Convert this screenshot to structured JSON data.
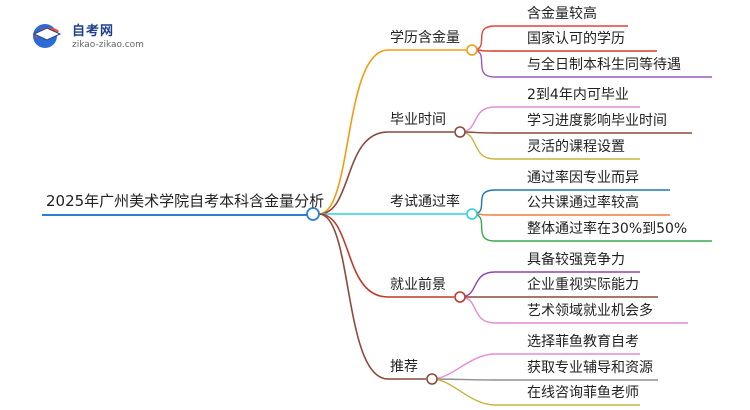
{
  "logo": {
    "title": "自考网",
    "subtitle": "zikao-zikao.com"
  },
  "mindmap": {
    "root": "2025年广州美术学院自考本科含金量分析",
    "branches": [
      {
        "label": "学历含金量",
        "color": "#f39c12",
        "leaves": [
          {
            "text": "含金量较高",
            "color": "#e2453c"
          },
          {
            "text": "国家认可的学历",
            "color": "#d8392b"
          },
          {
            "text": "与全日制本科生同等待遇",
            "color": "#9b59b6"
          }
        ]
      },
      {
        "label": "毕业时间",
        "color": "#8b4a3c",
        "leaves": [
          {
            "text": "2到4年内可毕业",
            "color": "#e58bd5"
          },
          {
            "text": "学习进度影响毕业时间",
            "color": "#8b4a3c"
          },
          {
            "text": "灵活的课程设置",
            "color": "#c9b43a"
          }
        ]
      },
      {
        "label": "考试通过率",
        "color": "#2ad0e0",
        "leaves": [
          {
            "text": "通过率因专业而异",
            "color": "#1f78b4"
          },
          {
            "text": "公共课通过率较高",
            "color": "#f07b3a"
          },
          {
            "text": "整体通过率在30%到50%",
            "color": "#3aa84a"
          }
        ]
      },
      {
        "label": "就业前景",
        "color": "#c0392b",
        "leaves": [
          {
            "text": "具备较强竞争力",
            "color": "#8e44ad"
          },
          {
            "text": "企业重视实际能力",
            "color": "#8b4a3c"
          },
          {
            "text": "艺术领域就业机会多",
            "color": "#e58bd5"
          }
        ]
      },
      {
        "label": "推荐",
        "color": "#8b4a3c",
        "leaves": [
          {
            "text": "选择菲鱼教育自考",
            "color": "#e58bd5"
          },
          {
            "text": "获取专业辅导和资源",
            "color": "#8e8e8e"
          },
          {
            "text": "在线咨询菲鱼老师",
            "color": "#c9b43a"
          }
        ]
      }
    ]
  }
}
